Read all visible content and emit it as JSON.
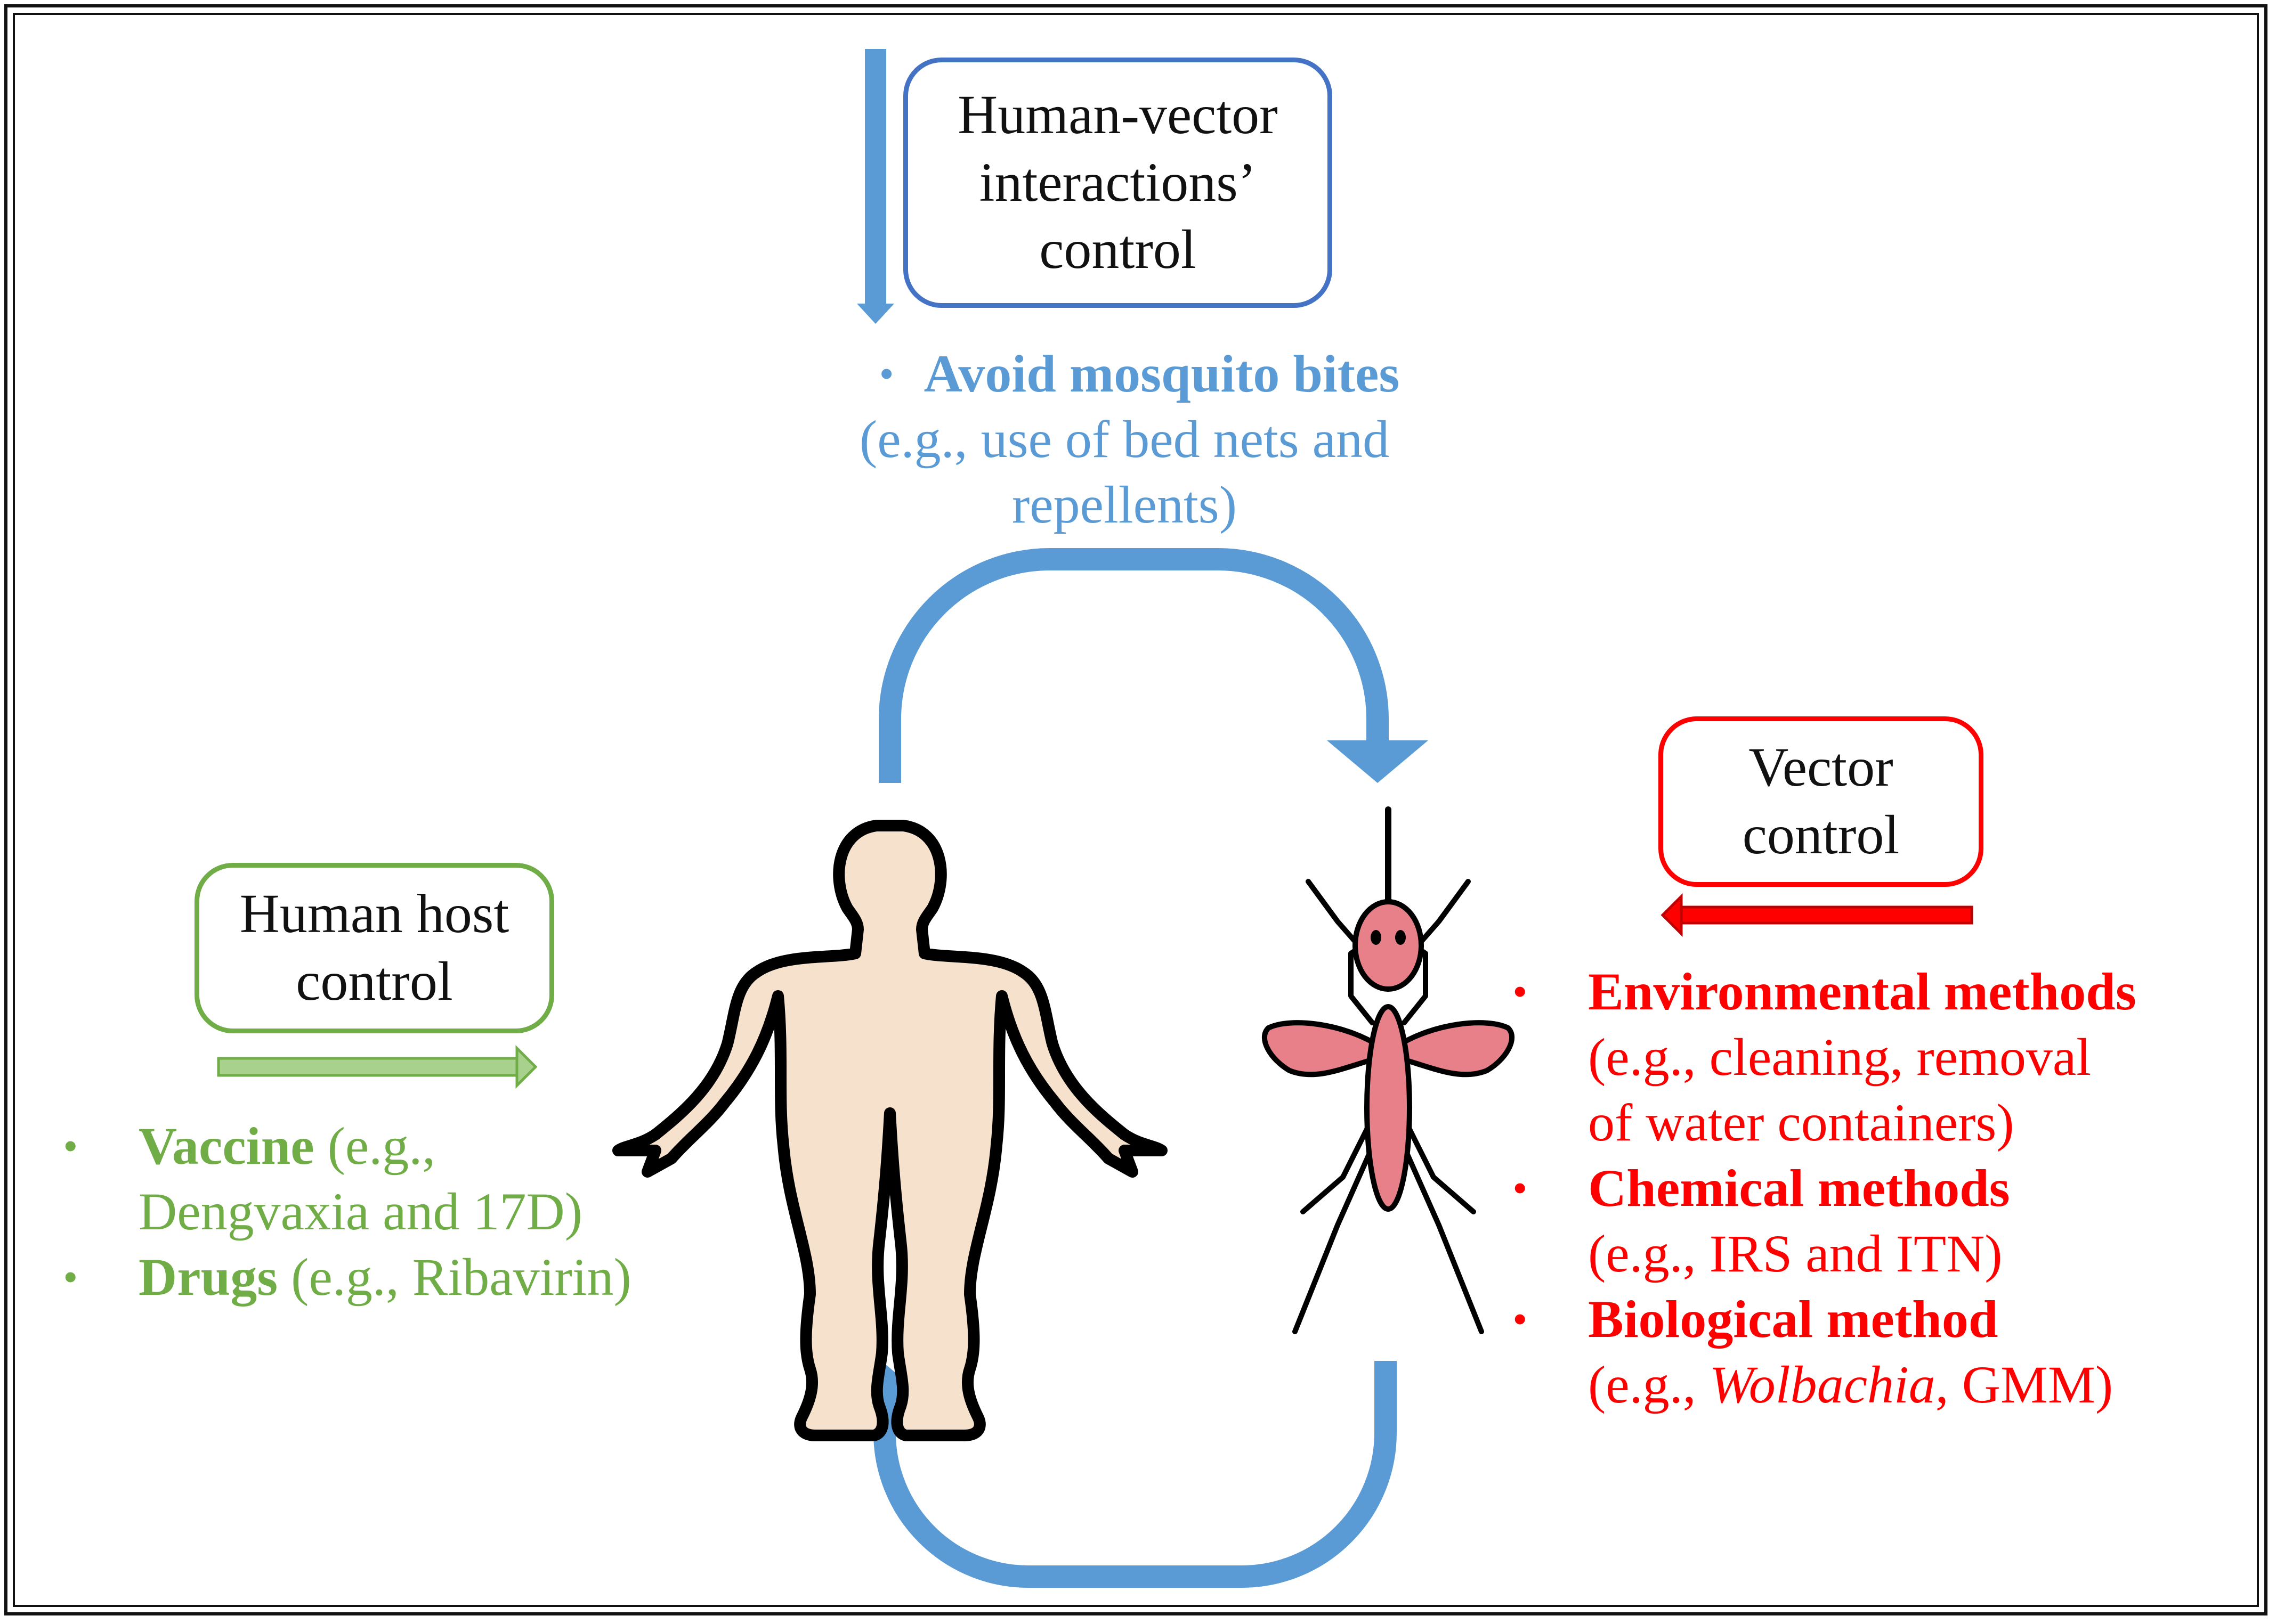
{
  "colors": {
    "blue_text": "#5b9bd5",
    "arrow_blue": "#5b9bd5",
    "green": "#70ad47",
    "red": "#ff0000",
    "box_blue": "#4472c4",
    "body_fill": "#f5e1cc",
    "mosquito_fill": "#e8808a"
  },
  "boxes": {
    "human_vector": [
      "Human-vector",
      "interactions’",
      "control"
    ],
    "human_host": [
      "Human host",
      "control"
    ],
    "vector": [
      "Vector",
      "control"
    ]
  },
  "human_vector_text": {
    "bullet": "•",
    "heading": "Avoid mosquito bites",
    "line1": "(e.g., use of bed nets and",
    "line2": "repellents)"
  },
  "host_text": {
    "bullet": "•",
    "vaccine_heading": "Vaccine",
    "vaccine_detail": " (e.g.,",
    "vaccine_line2": "Dengvaxia and 17D)",
    "drugs_heading": "Drugs",
    "drugs_detail": " (e.g.,  Ribavirin)"
  },
  "vector_text": {
    "bullet": "•",
    "env_heading": "Environmental methods",
    "env_line1": "(e.g., cleaning, removal",
    "env_line2": "of water containers)",
    "chem_heading": "Chemical methods",
    "chem_line1": "(e.g., IRS and ITN)",
    "bio_heading": "Biological method",
    "bio_prefix": "(e.g., ",
    "bio_italic": "Wolbachia",
    "bio_suffix": ", GMM)"
  },
  "icons": {
    "human": "human-silhouette-icon",
    "mosquito": "mosquito-icon"
  }
}
